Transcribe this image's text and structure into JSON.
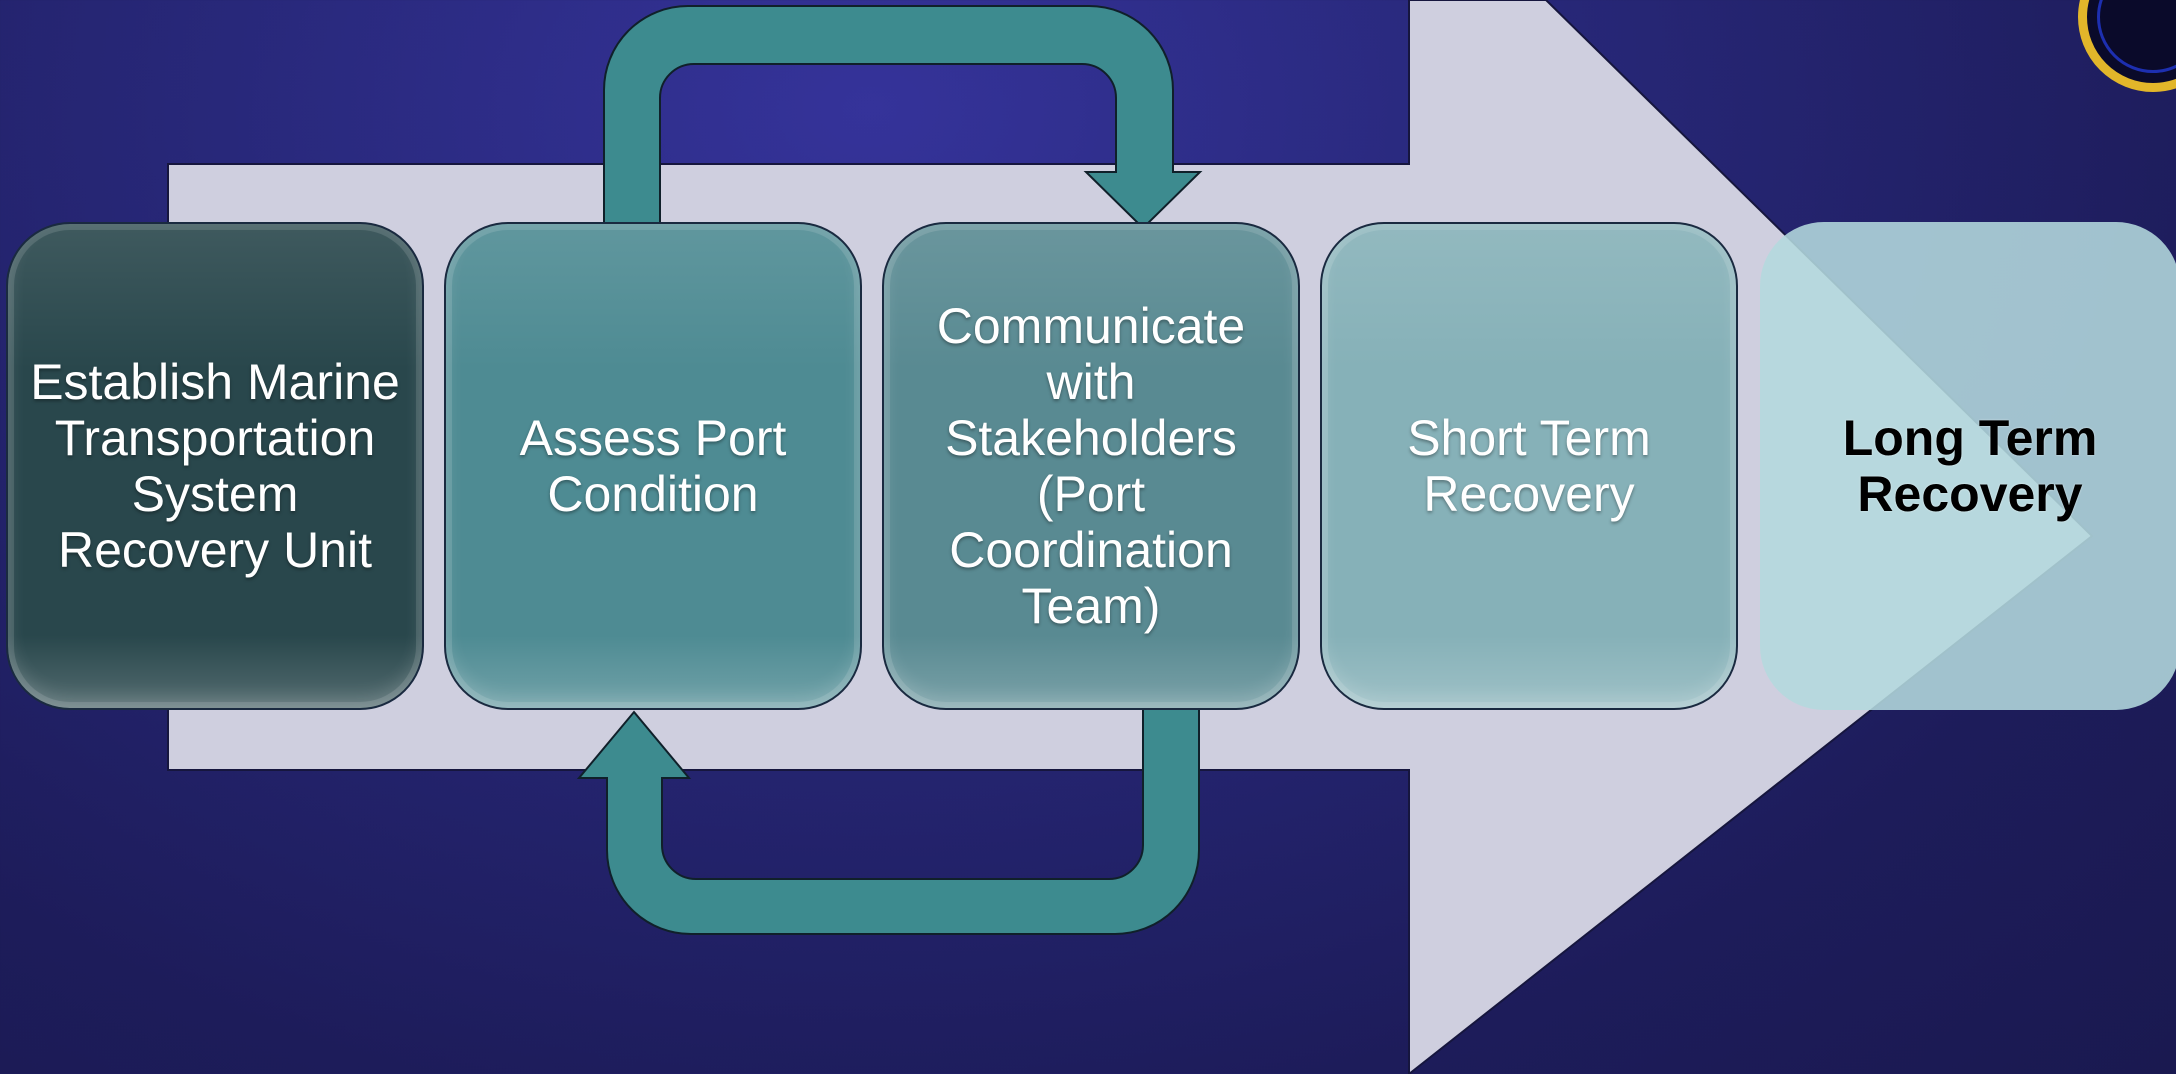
{
  "diagram": {
    "steps": [
      {
        "label": "Establish Marine Transportation System Recovery Unit"
      },
      {
        "label": "Assess Port Condition"
      },
      {
        "label": "Communicate with Stakeholders (Port Coordination Team)"
      },
      {
        "label": "Short Term Recovery"
      },
      {
        "label": "Long Term Recovery"
      }
    ]
  },
  "colors": {
    "background": "#28287a",
    "big_arrow": "#cfcfdf",
    "loop_arrow": "#3d8b8f",
    "step_1": "#29474c",
    "step_2": "#4e8b93",
    "step_3": "#598a92",
    "step_4": "#86b1b8",
    "step_5": "#b4dade",
    "seal_ring": "#e2b62a"
  }
}
